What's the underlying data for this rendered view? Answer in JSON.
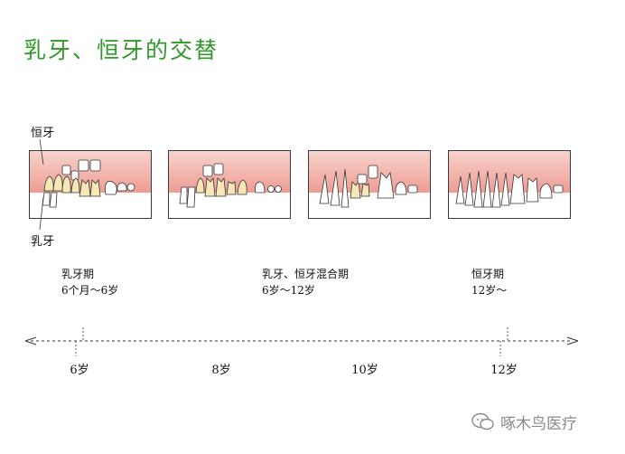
{
  "title": "乳牙、恒牙的交替",
  "labels": {
    "permanent": "恒牙",
    "primary": "乳牙"
  },
  "stages": [
    {
      "name": "乳牙期",
      "range": "6个月～6岁"
    },
    {
      "name": "乳牙、恒牙混合期",
      "range": "6岁～12岁"
    },
    {
      "name": "恒牙期",
      "range": "12岁～"
    }
  ],
  "ages": [
    "6岁",
    "8岁",
    "10岁",
    "12岁"
  ],
  "watermark": "啄木鸟医疗",
  "colors": {
    "title": "#2f9a2a",
    "gum": "#f2b3ab",
    "primary_tooth": "#f6e7b7",
    "permanent_tooth": "#ffffff"
  }
}
